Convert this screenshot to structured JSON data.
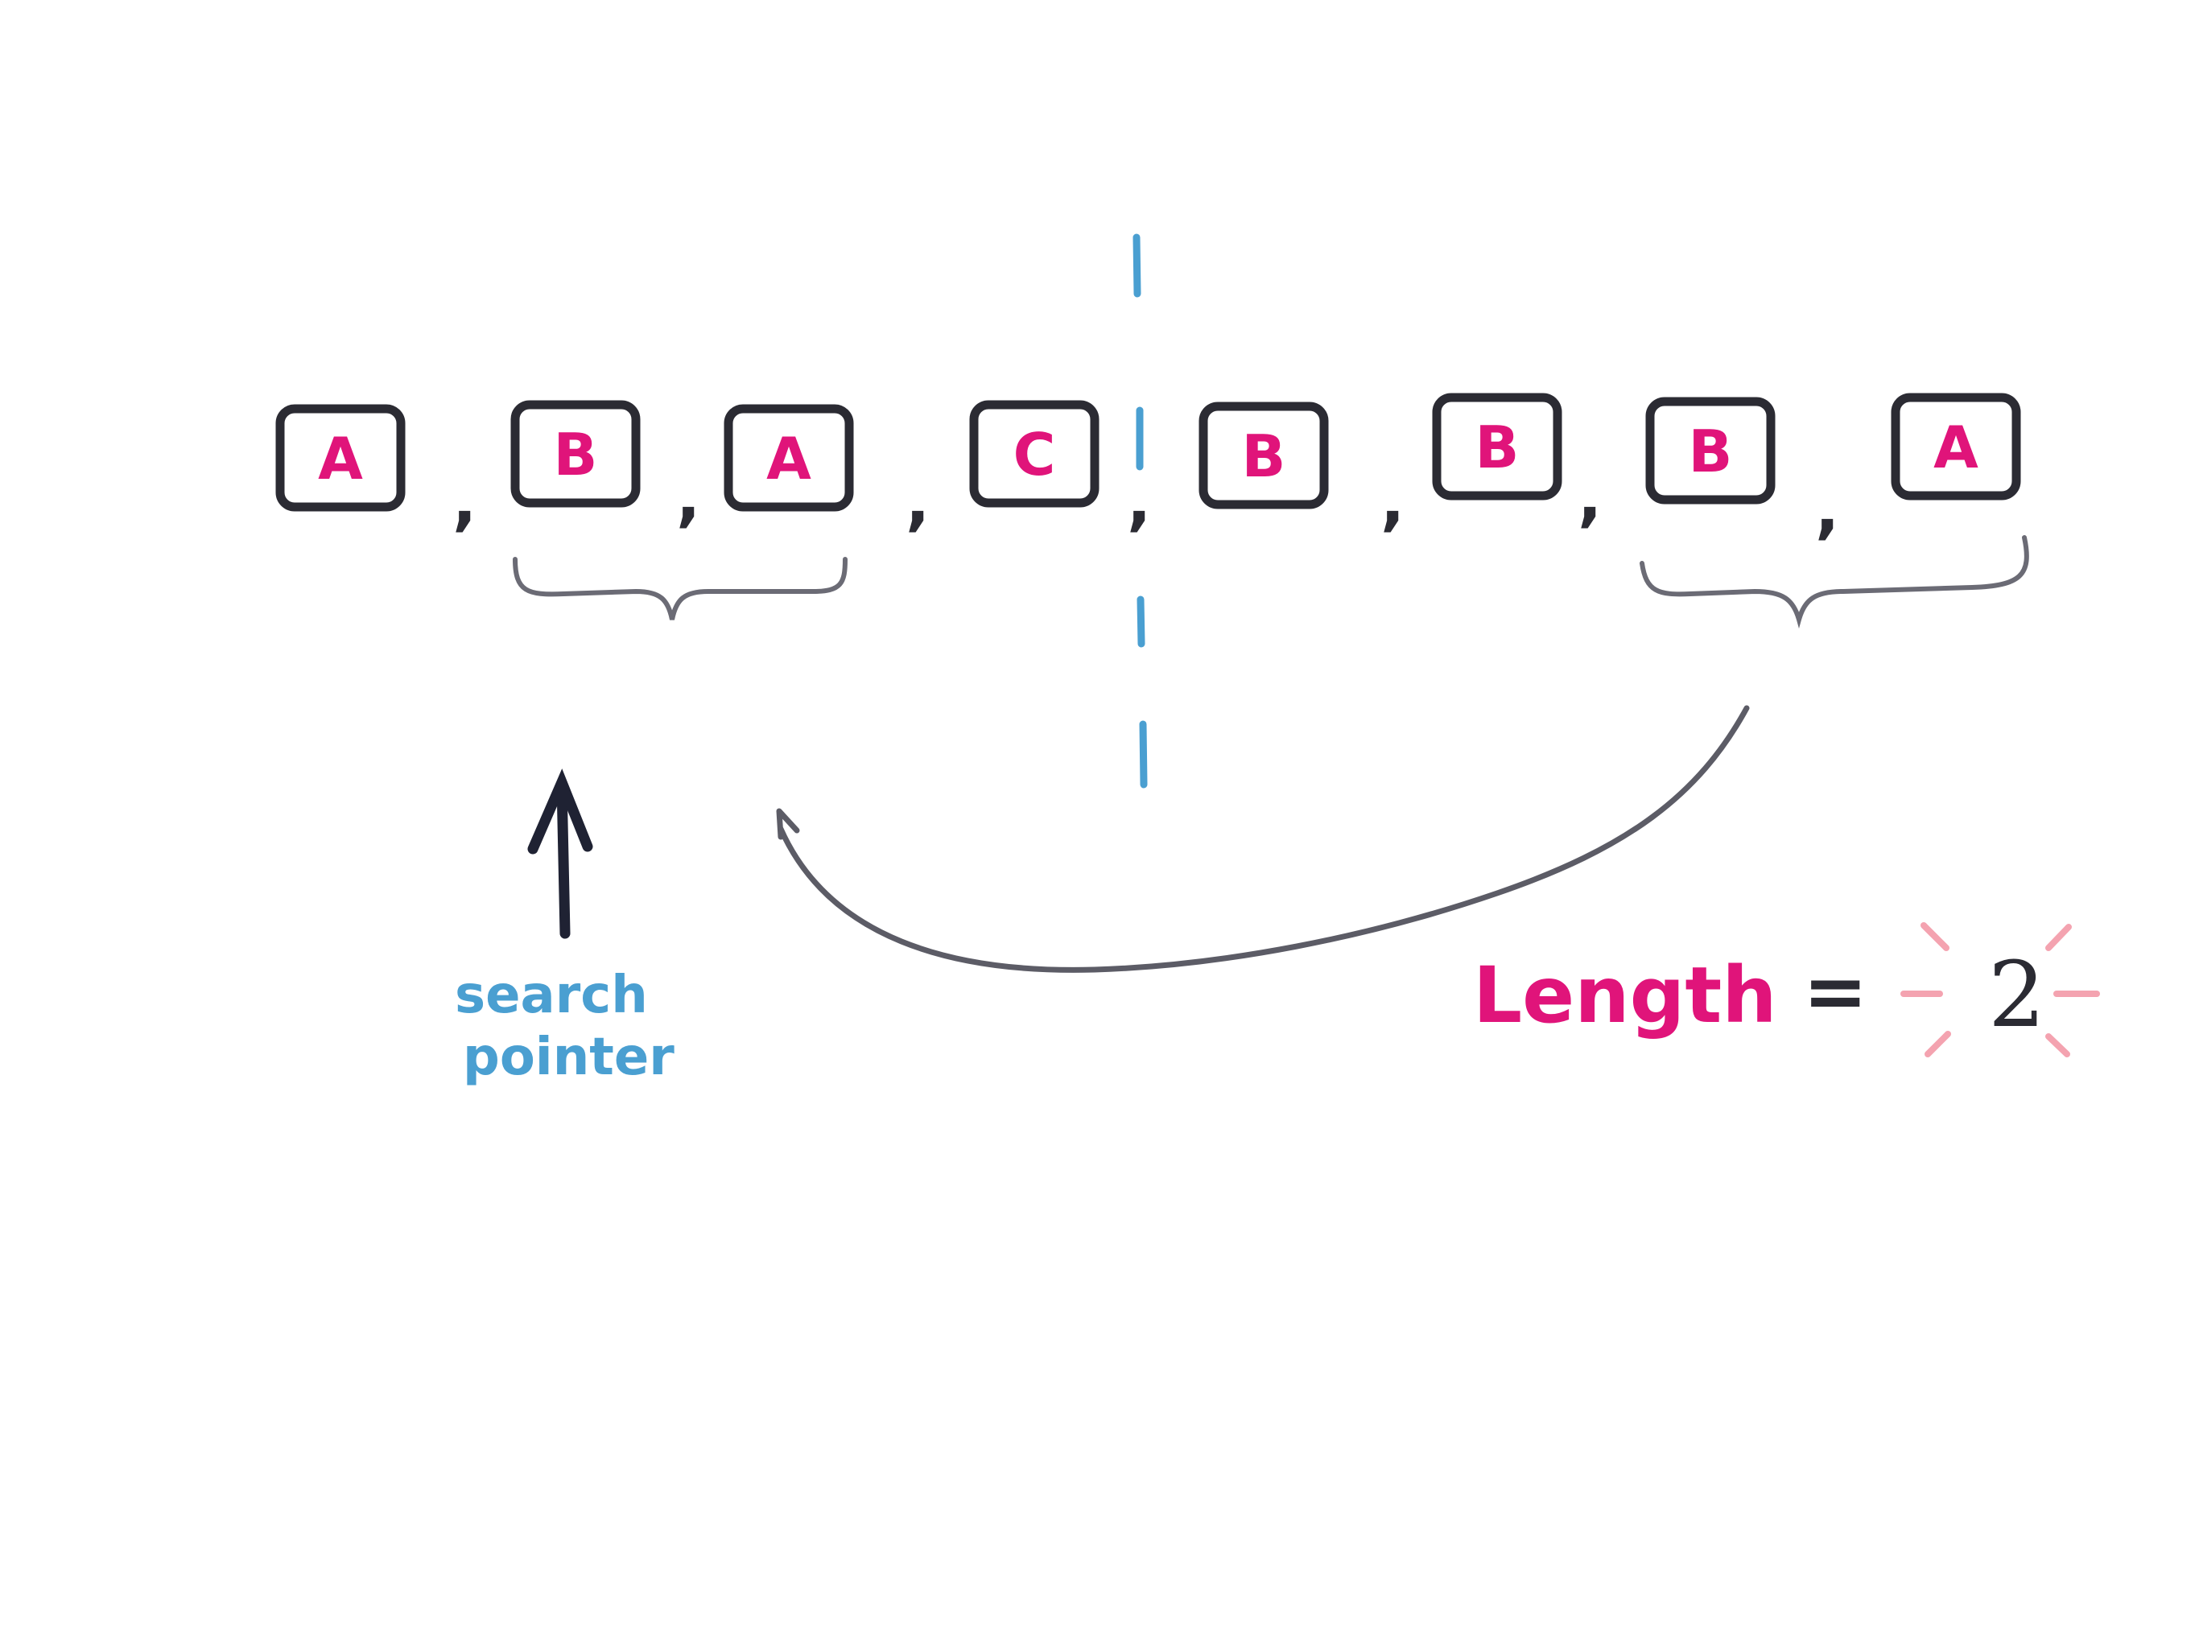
{
  "sequence": {
    "tokens": [
      "A",
      "B",
      "A",
      "C",
      "B",
      "B",
      "B",
      "A"
    ],
    "separator": ","
  },
  "search_label": {
    "line1": "search",
    "line2": "pointer"
  },
  "result": {
    "label": "Length",
    "equals": "=",
    "value": "2"
  },
  "colors": {
    "token_text": "#e0147a",
    "box_stroke": "#2b2b33",
    "divider": "#4a9fd1",
    "label_blue": "#4a9fd1",
    "arrow": "#1f2233",
    "curve": "#5c5c66",
    "brace": "#6b6b75",
    "value_text": "#2b2b33",
    "sparkle": "#f4a3b0"
  }
}
